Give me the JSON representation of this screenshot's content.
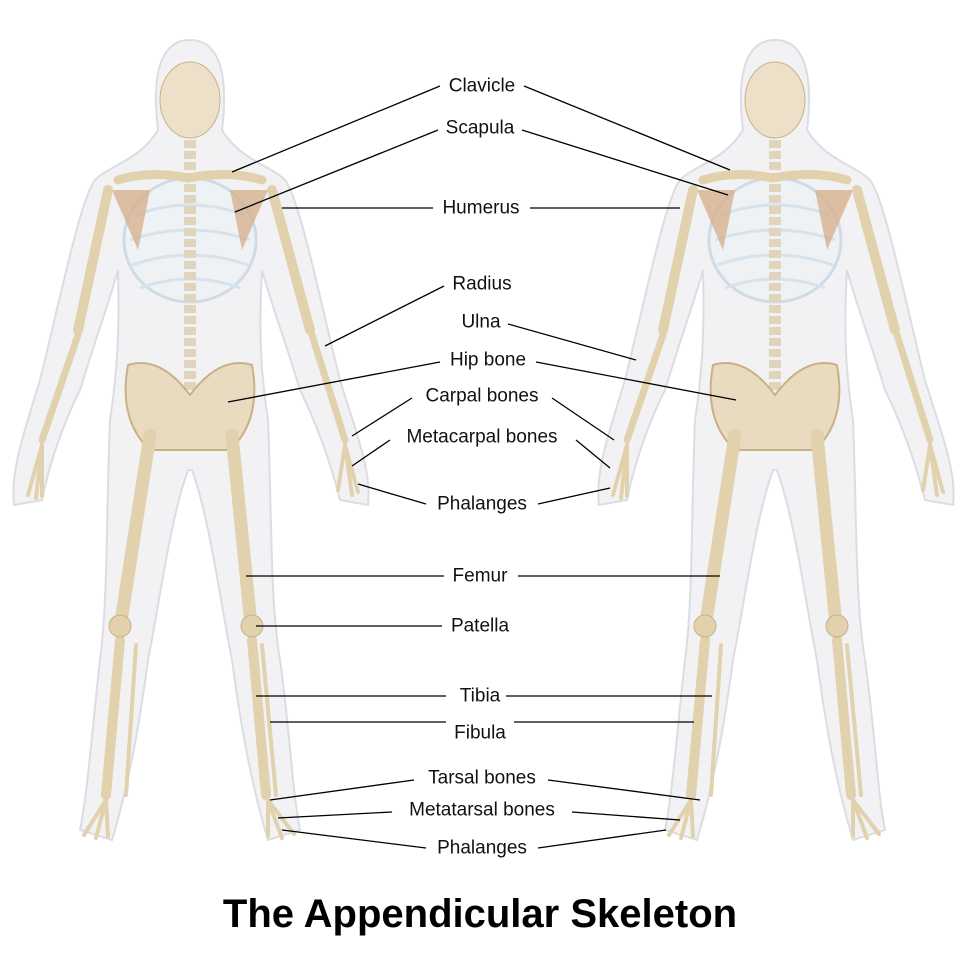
{
  "title": "The Appendicular Skeleton",
  "colors": {
    "bone": "#e2d1ad",
    "bone_shadow": "#c9b186",
    "body": "#f1f1f4",
    "rib": "#dfe8ef",
    "scapula": "#d8b996",
    "line": "#000000"
  },
  "labels": [
    {
      "text": "Clavicle"
    },
    {
      "text": "Scapula"
    },
    {
      "text": "Humerus"
    },
    {
      "text": "Radius"
    },
    {
      "text": "Ulna"
    },
    {
      "text": "Hip bone"
    },
    {
      "text": "Carpal bones"
    },
    {
      "text": "Metacarpal bones"
    },
    {
      "text": "Phalanges"
    },
    {
      "text": "Femur"
    },
    {
      "text": "Patella"
    },
    {
      "text": "Tibia"
    },
    {
      "text": "Fibula"
    },
    {
      "text": "Tarsal bones"
    },
    {
      "text": "Metatarsal bones"
    },
    {
      "text": "Phalanges"
    }
  ]
}
